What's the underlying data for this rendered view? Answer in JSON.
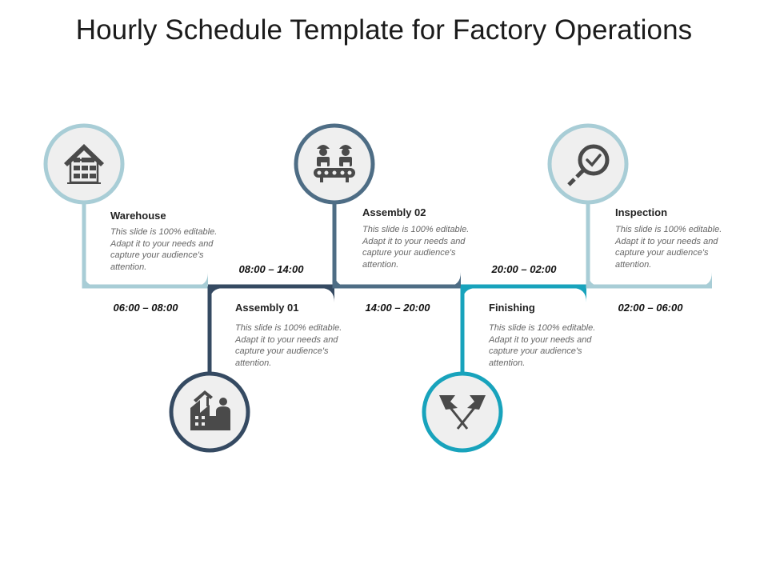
{
  "title": "Hourly Schedule Template for Factory Operations",
  "colors": {
    "light_blue": "#a8cdd6",
    "slate": "#4e6d85",
    "navy": "#354a62",
    "teal": "#18a3bc",
    "icon_fill": "#4a4a4a",
    "circle_fill": "#efefef"
  },
  "stages": [
    {
      "name": "Warehouse",
      "time": "06:00 – 08:00",
      "description": "This slide is 100% editable. Adapt it to your needs and capture your audience's attention.",
      "icon": "warehouse-icon"
    },
    {
      "name": "Assembly  01",
      "time": "08:00 – 14:00",
      "description": "This slide is 100% editable. Adapt it to your needs and capture your audience's attention.",
      "icon": "factory-worker-icon"
    },
    {
      "name": "Assembly 02",
      "time": "14:00 – 20:00",
      "description": "This slide is 100% editable. Adapt it to your needs and capture your audience's attention.",
      "icon": "conveyor-workers-icon"
    },
    {
      "name": "Finishing",
      "time": "20:00 – 02:00",
      "description": "This slide is 100% editable. Adapt it to your needs and capture your audience's attention.",
      "icon": "crossed-flags-icon"
    },
    {
      "name": "Inspection",
      "time": "02:00 – 06:00",
      "description": "This slide is 100% editable. Adapt it to your needs and capture your audience's attention.",
      "icon": "magnifier-check-icon"
    }
  ]
}
